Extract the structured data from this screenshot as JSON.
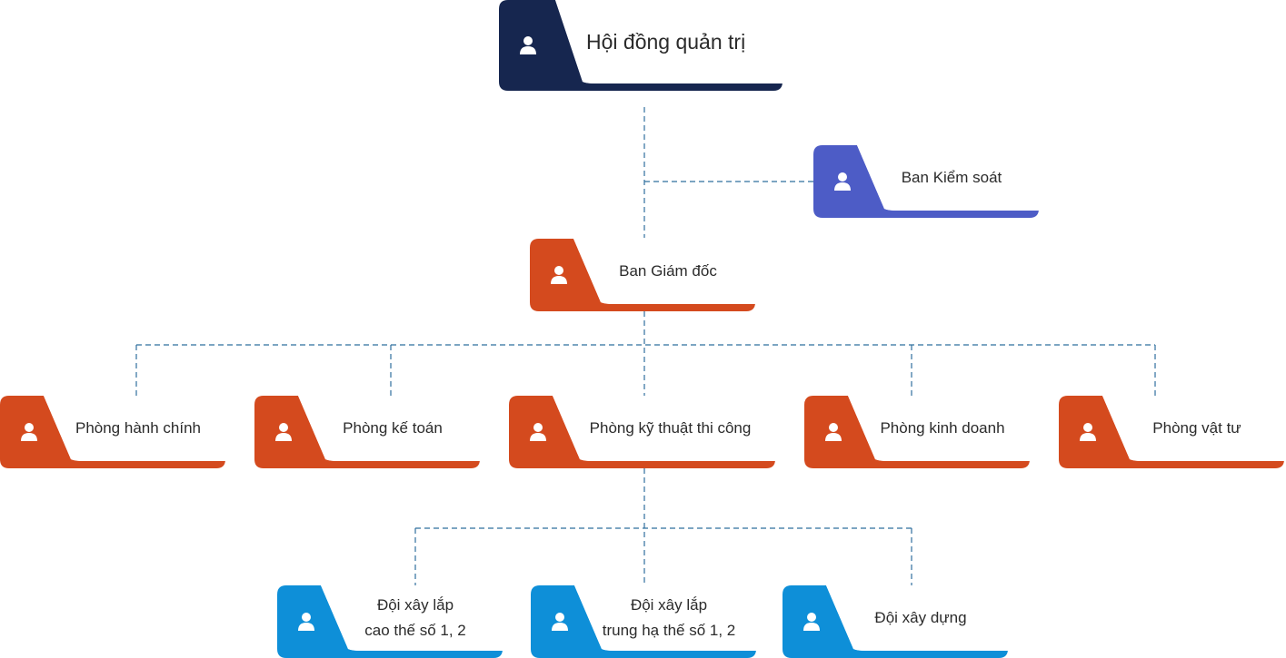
{
  "colors": {
    "board": "#16264f",
    "control": "#4d5cc6",
    "orange": "#d44a1e",
    "blue": "#0e8fd8",
    "connector": "#2f6f9e",
    "icon": "#ffffff"
  },
  "nodes": {
    "board": {
      "label": "Hội đồng quản trị",
      "icon": "person-icon"
    },
    "control": {
      "label": "Ban Kiểm soát",
      "icon": "person-icon"
    },
    "director": {
      "label": "Ban Giám đốc",
      "icon": "person-icon"
    },
    "admin": {
      "label": "Phòng hành chính",
      "icon": "person-icon"
    },
    "accounting": {
      "label": "Phòng kế toán",
      "icon": "person-icon"
    },
    "technical": {
      "label": "Phòng kỹ thuật thi công",
      "icon": "person-icon"
    },
    "business": {
      "label": "Phòng kinh doanh",
      "icon": "person-icon"
    },
    "materials": {
      "label": "Phòng vật tư",
      "icon": "person-icon"
    },
    "team_high": {
      "label_line1": "Đội xây lắp",
      "label_line2": "cao thế số 1, 2",
      "icon": "person-icon"
    },
    "team_mid": {
      "label_line1": "Đội xây lắp",
      "label_line2": "trung hạ thế số 1, 2",
      "icon": "person-icon"
    },
    "team_build": {
      "label": "Đội xây dựng",
      "icon": "person-icon"
    }
  }
}
